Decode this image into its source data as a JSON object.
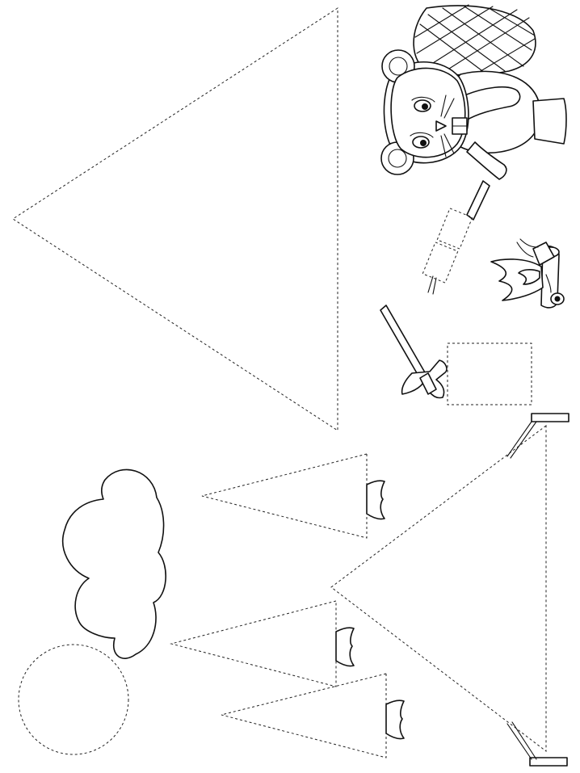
{
  "page": {
    "background_color": "#ffffff",
    "line_color": "#111111"
  },
  "drawing": {
    "kind": "rotated tracing worksheet",
    "dashed_shapes": [
      "large-triangle",
      "square",
      "marshmallow-rectangles",
      "tent-triangle",
      "tree-triangle-top",
      "tree-triangle-middle",
      "tree-triangle-bottom",
      "sun-circle"
    ],
    "solid_figures": [
      "beaver",
      "roasting-stick",
      "campfire",
      "axe",
      "tent-poles",
      "tree-trunks",
      "cloud"
    ]
  }
}
